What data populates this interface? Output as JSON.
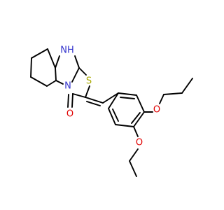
{
  "molecule": {
    "atoms": {
      "nh": "NH",
      "s": "S",
      "n": "N",
      "o_carbonyl": "O",
      "o_propoxy": "O",
      "o_ethoxy": "O"
    },
    "colors": {
      "bond": "#000000",
      "nitrogen": "#3333cc",
      "sulfur": "#a8a800",
      "oxygen": "#e00000"
    }
  }
}
